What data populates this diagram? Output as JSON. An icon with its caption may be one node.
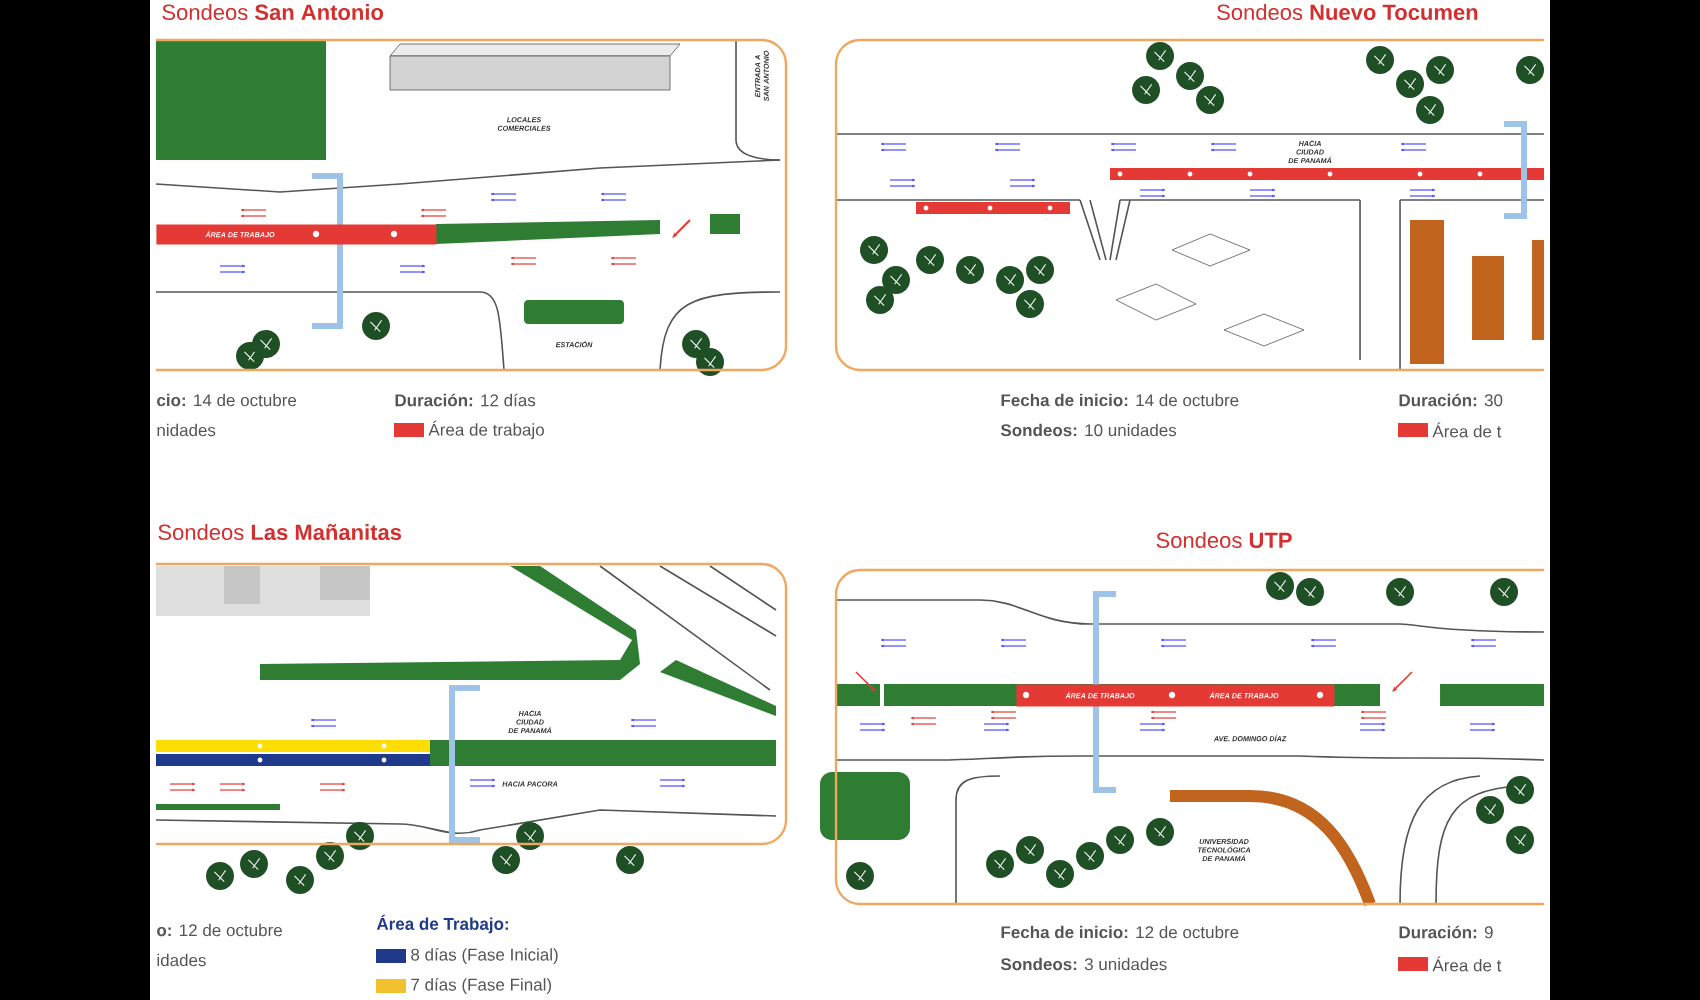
{
  "diagram": {
    "nodes": [
      {
        "text": [
          "Sondeos **San Antonio**",
          "LOCALES COMERCIALES",
          "ENTRADA A SAN ANTONIO",
          "ESTACIÓN"
        ],
        "beside": [
          "**cio:** 14 de octubre",
          "nidades",
          "**Duración:** 12 días"
        ]
      },
      {
        "text": [
          "ÁREA DE TRABAJO"
        ],
        "in": 0
      },
      {
        "text": [
          "Sondeos **Nuevo Tocumen**",
          "HACIA CIUDAD DE PANAMÁ"
        ],
        "beside": [
          "**Fecha de inicio:** 14 de octubre",
          "**Sondeos:** 10 unidades",
          "**Duración:** 30"
        ]
      },
      {
        "text": [
          "Sondeos **Las Mañanitas**",
          "HACIA CIUDAD DE PANAMÁ",
          "HACIA PACORA"
        ],
        "beside": [
          "**o:** 12 de octubre",
          "idades",
          "Área de Trabajo:"
        ]
      },
      {
        "text": [
          "Sondeos **UTP**",
          "AVE. DOMINGO DÍAZ",
          "UNIVERSIDAD TECNOLÓGICA DE PANAMÁ"
        ],
        "beside": [
          "**Fecha de inicio:** 12 de octubre",
          "**Sondeos:** 3 unidades",
          "**Duración:** 9"
        ]
      },
      {
        "text": [
          "ÁREA DE TRABAJO",
          "ÁREA DE TRABAJO"
        ],
        "in": 4
      }
    ],
    "legend": [
      {
        "text": "Área de trabajo",
        "color": "#e53935"
      },
      {
        "text": "Área de t",
        "color": "#e53935"
      },
      {
        "text": "8 días (Fase Inicial)",
        "color": "#1f3a8a"
      },
      {
        "text": "7 días (Fase Final)",
        "color": "#f2c12e"
      },
      {
        "text": "Área de t",
        "color": "#e53935"
      }
    ]
  }
}
